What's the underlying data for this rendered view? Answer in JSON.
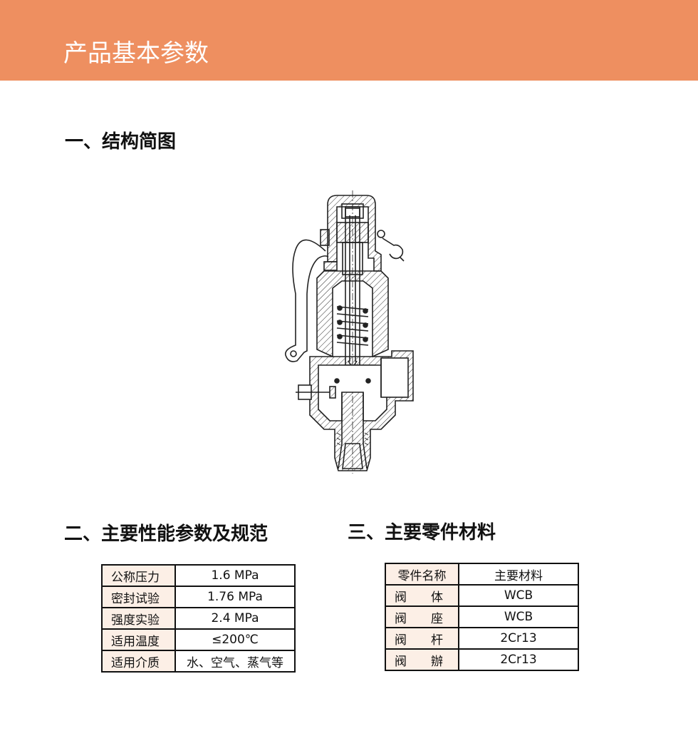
{
  "banner": {
    "title": "产品基本参数",
    "color": "#ee8f60"
  },
  "sections": {
    "structure": {
      "title": "一、结构简图"
    },
    "params": {
      "title": "二、主要性能参数及规范"
    },
    "materials": {
      "title": "三、主要零件材料"
    }
  },
  "params_table": {
    "rows": [
      {
        "label": "公称压力",
        "value": "1.6 MPa"
      },
      {
        "label": "密封试验",
        "value": "1.76 MPa"
      },
      {
        "label": "强度实验",
        "value": "2.4 MPa"
      },
      {
        "label": "适用温度",
        "value": "≤200℃"
      },
      {
        "label": "适用介质",
        "value": "水、空气、蒸气等"
      }
    ]
  },
  "materials_table": {
    "header": {
      "part": "零件名称",
      "material": "主要材料"
    },
    "rows": [
      {
        "part": "阀　　体",
        "material": "WCB"
      },
      {
        "part": "阀　　座",
        "material": "WCB"
      },
      {
        "part": "阀　　杆",
        "material": "2Cr13"
      },
      {
        "part": "阀　　辦",
        "material": "2Cr13"
      }
    ]
  },
  "colors": {
    "label_cell_bg": "#fcefe6",
    "border": "#111111"
  }
}
